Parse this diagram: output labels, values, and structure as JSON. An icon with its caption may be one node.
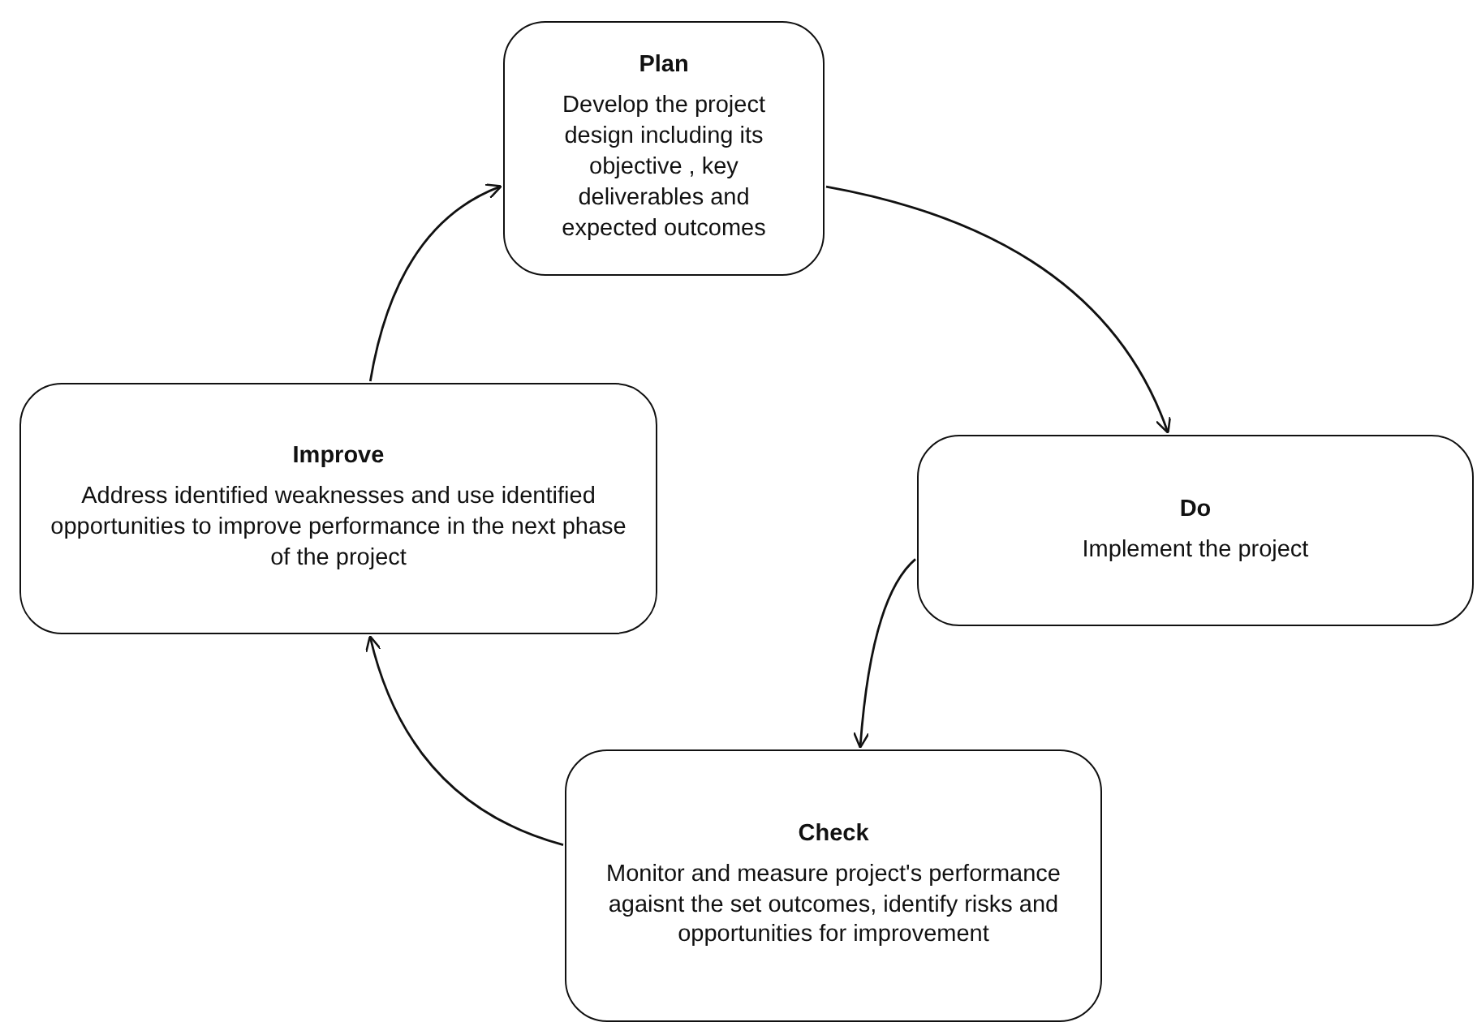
{
  "diagram": {
    "nodes": [
      {
        "text": [
          "Plan",
          "Develop the project design including its objective , key deliverables and expected outcomes"
        ]
      },
      {
        "text": [
          "Do",
          "Implement the project"
        ]
      },
      {
        "text": [
          "Check",
          "Monitor and measure project's performance agaisnt the set outcomes, identify risks and opportunities for improvement"
        ]
      },
      {
        "text": [
          "Improve",
          "Address identified weaknesses and use identified opportunities to improve performance in the next phase of the project"
        ]
      }
    ],
    "edges": [
      {
        "from": 0,
        "to": 1,
        "arrow": "to"
      },
      {
        "from": 1,
        "to": 2,
        "arrow": "to"
      },
      {
        "from": 2,
        "to": 3,
        "arrow": "to"
      },
      {
        "from": 3,
        "to": 0,
        "arrow": "to"
      }
    ]
  }
}
